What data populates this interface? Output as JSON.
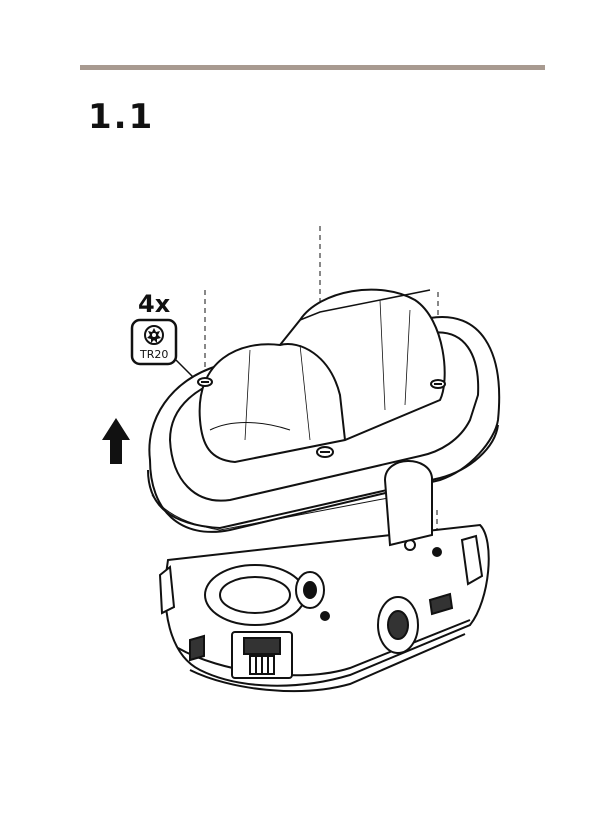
{
  "header": {
    "rule_color": "#a89a90"
  },
  "step": {
    "number": "1.1"
  },
  "illustration": {
    "quantity": "4x",
    "tool_label": "TR20",
    "arrow_direction": "up"
  }
}
